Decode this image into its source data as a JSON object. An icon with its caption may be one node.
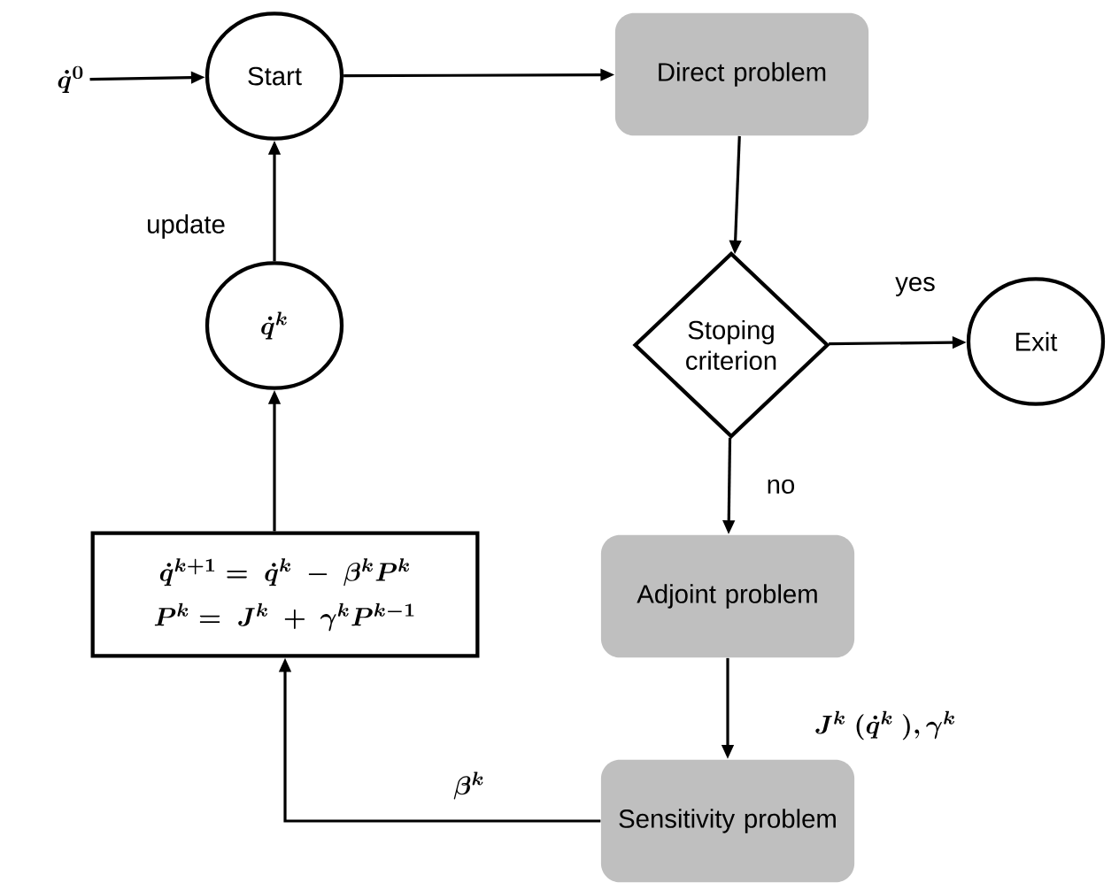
{
  "diagram": {
    "nodes": [
      {
        "text": [
          "\\dot{q}^{0}"
        ]
      },
      {
        "text": [
          "Start"
        ]
      },
      {
        "text": [
          "Direct problem"
        ]
      },
      {
        "text": [
          "\\dot{q}^{k}"
        ]
      },
      {
        "text": [
          "Stoping criterion"
        ]
      },
      {
        "text": [
          "Exit"
        ]
      },
      {
        "text": [
          "\\dot{q}^{k+1} =\\ \\dot{q}^{k}\\ -\\ \\beta^{k}P^{k}",
          "P^{k} =\\ J^{k}\\ +\\ \\gamma^{k}P^{k-1}"
        ]
      },
      {
        "text": [
          "Adjoint problem"
        ]
      },
      {
        "text": [
          "Sensitivity problem"
        ]
      }
    ],
    "edges": [
      {
        "from": 0,
        "to": 1,
        "arrow": "to"
      },
      {
        "from": 1,
        "to": 2,
        "arrow": "to"
      },
      {
        "from": 2,
        "to": 4,
        "arrow": "to"
      },
      {
        "from": 4,
        "to": 5,
        "arrow": "to",
        "label": "yes"
      },
      {
        "from": 4,
        "to": 7,
        "arrow": "to",
        "label": "no"
      },
      {
        "from": 7,
        "to": 8,
        "arrow": "to",
        "label": "J^{k}\\ (\\dot{q}^{k}\\ ),\\gamma^{k}"
      },
      {
        "from": 8,
        "to": 6,
        "arrow": "to",
        "label": "\\beta^{k}"
      },
      {
        "from": 6,
        "to": 3,
        "arrow": "to"
      },
      {
        "from": 3,
        "to": 1,
        "arrow": "to",
        "label": "update"
      }
    ]
  }
}
